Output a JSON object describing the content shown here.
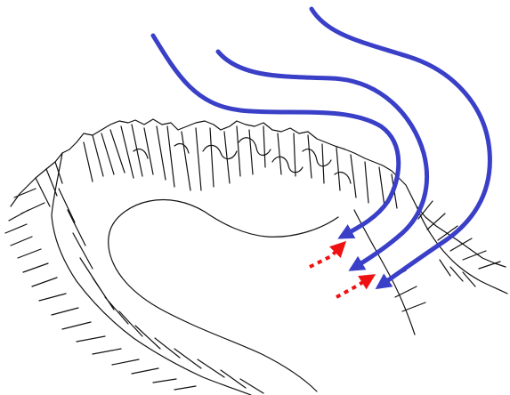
{
  "colors": {
    "background": "#ffffff",
    "terrain_line": "#111111",
    "wind_flow": "#3a3fc8",
    "deflected_flow": "#ee1111"
  },
  "diagram": {
    "terrain": {
      "features": [
        "cirque-rim",
        "cirque-floor",
        "ridge-slopes",
        "gully-lines"
      ]
    },
    "wind_arrows": [
      {
        "id": "wind-1",
        "color_key": "wind_flow"
      },
      {
        "id": "wind-2",
        "color_key": "wind_flow"
      },
      {
        "id": "wind-3",
        "color_key": "wind_flow"
      }
    ],
    "deflected_arrows": [
      {
        "id": "deflect-1",
        "color_key": "deflected_flow"
      },
      {
        "id": "deflect-2",
        "color_key": "deflected_flow"
      }
    ]
  }
}
